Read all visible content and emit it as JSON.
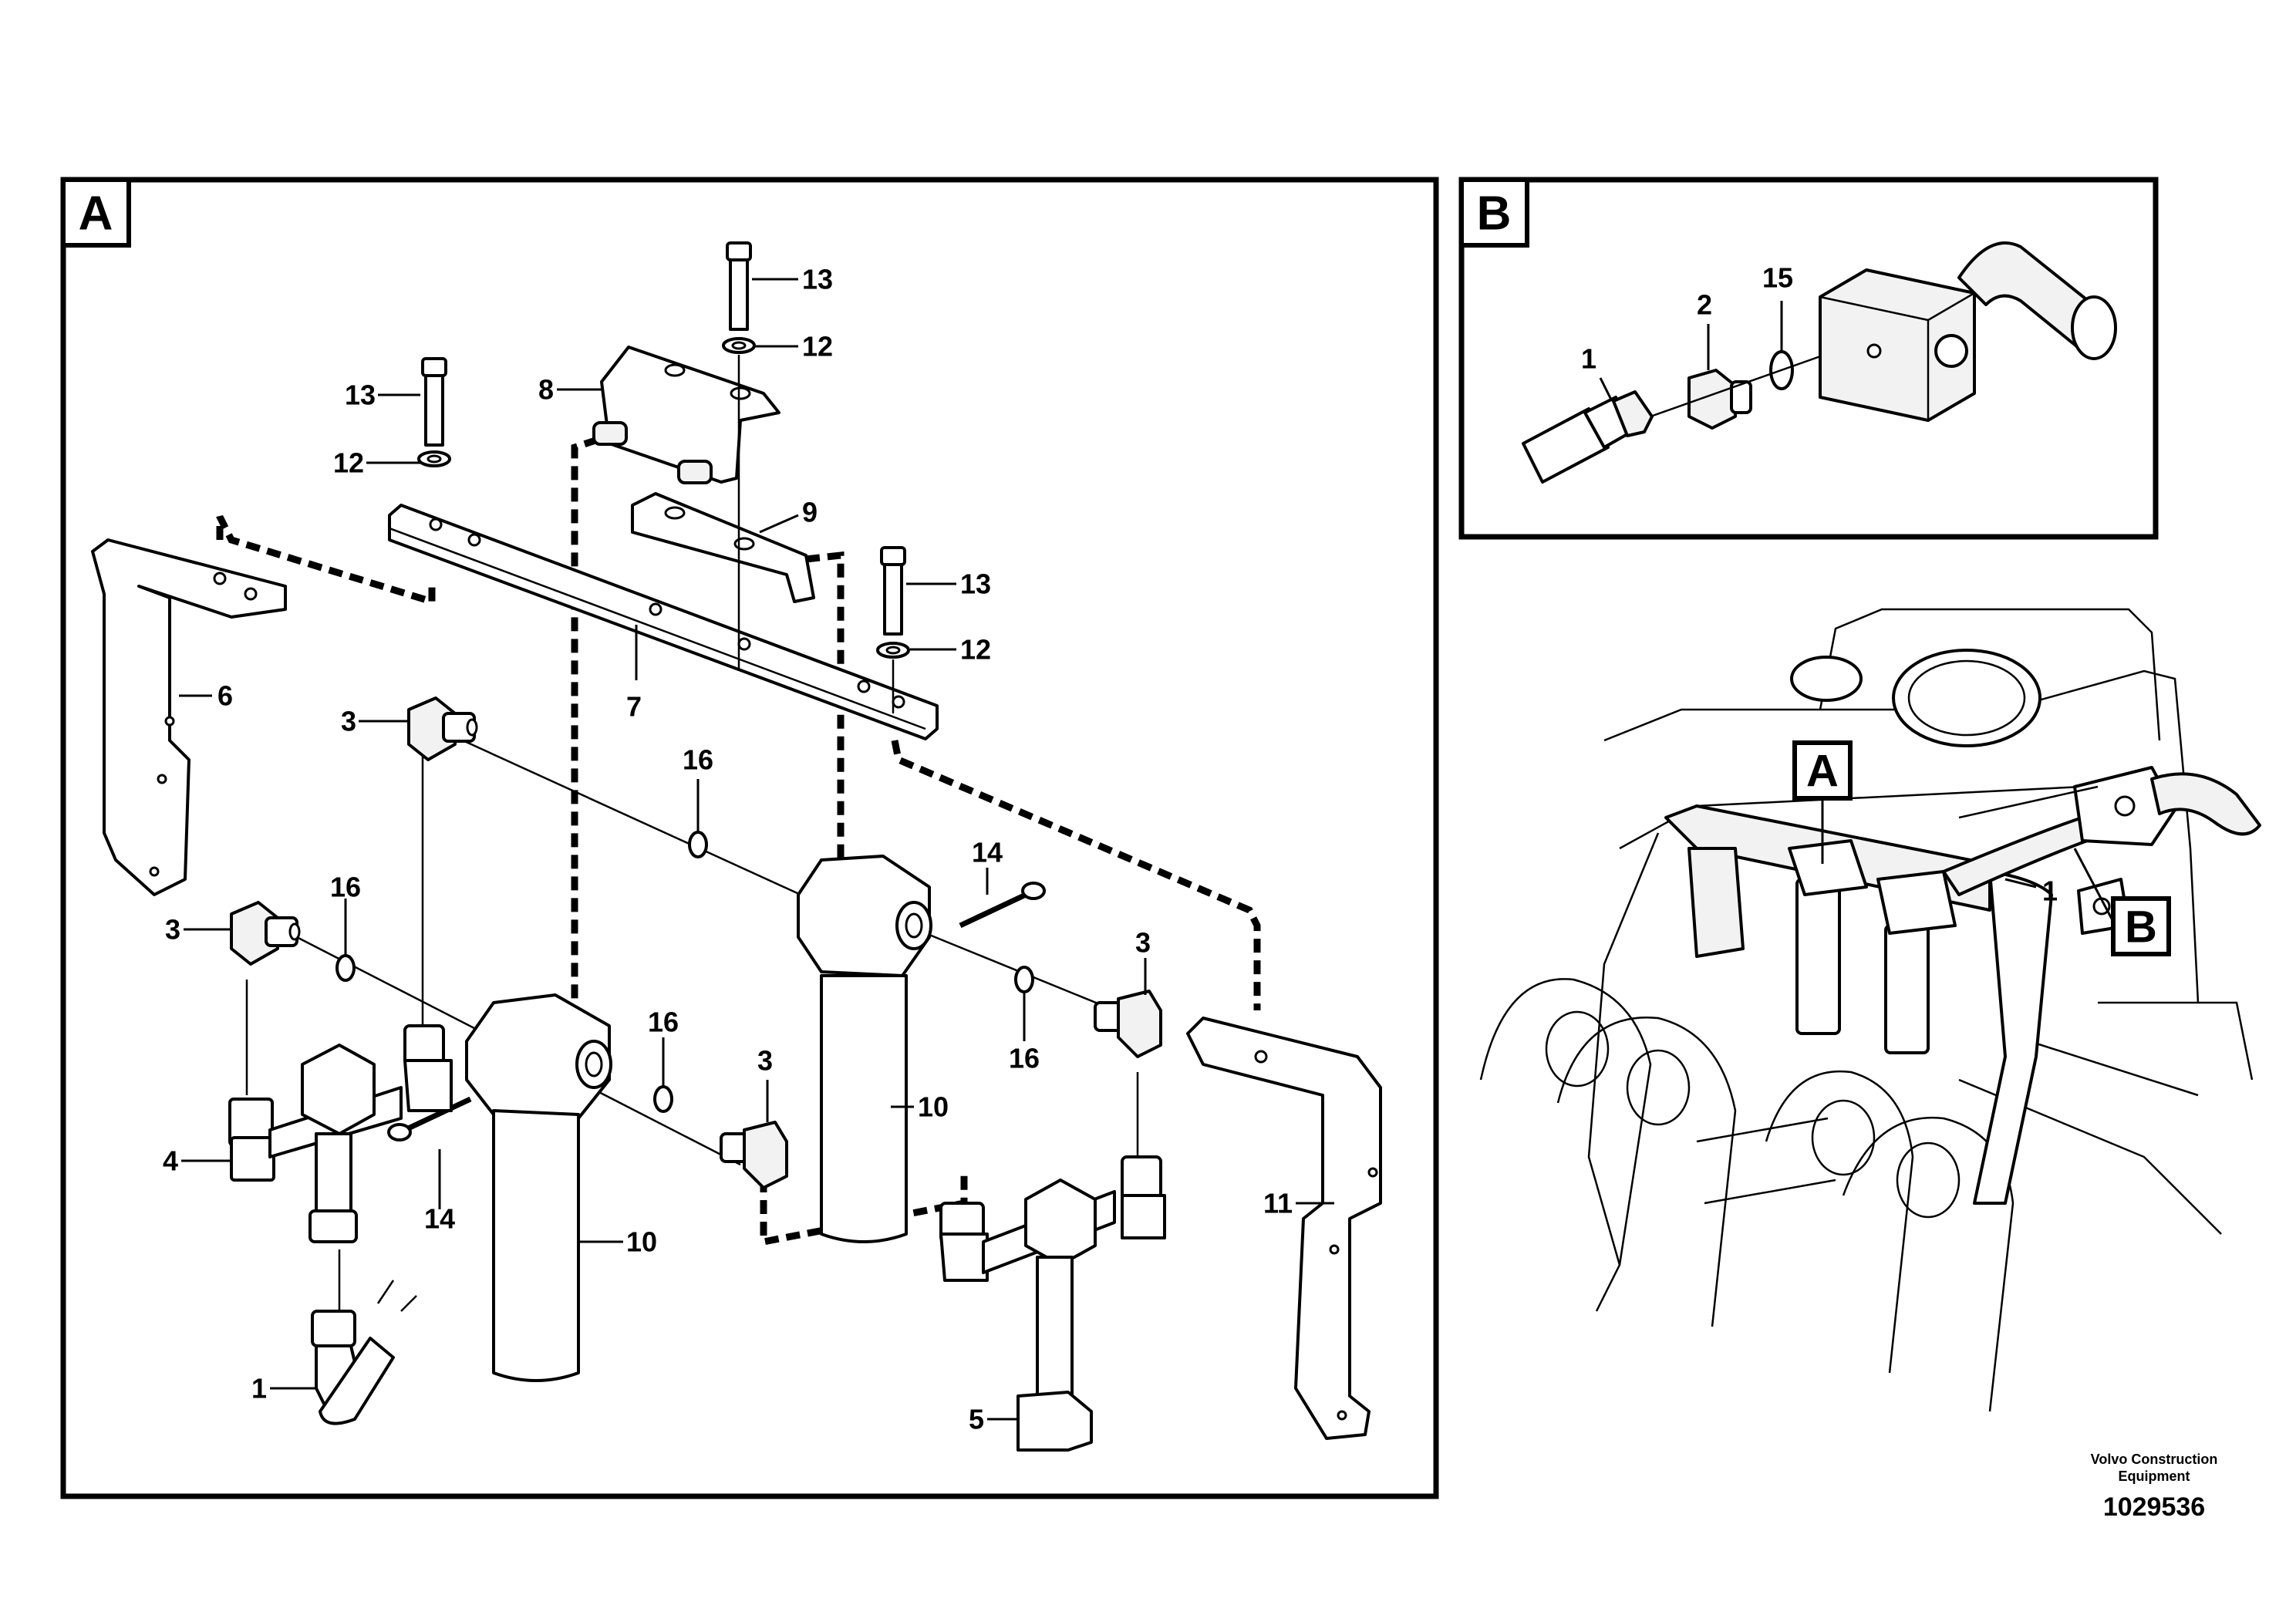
{
  "panels": {
    "a": {
      "label": "A"
    },
    "b": {
      "label": "B"
    }
  },
  "overview": {
    "label_a": "A",
    "label_b": "B",
    "callout_1": "1"
  },
  "callouts_a": {
    "n1": "1",
    "n3a": "3",
    "n3b": "3",
    "n3c": "3",
    "n3d": "3",
    "n4": "4",
    "n5": "5",
    "n6": "6",
    "n7": "7",
    "n8": "8",
    "n9": "9",
    "n10a": "10",
    "n10b": "10",
    "n11": "11",
    "n12a": "12",
    "n12b": "12",
    "n12c": "12",
    "n13a": "13",
    "n13b": "13",
    "n13c": "13",
    "n14a": "14",
    "n14b": "14",
    "n16a": "16",
    "n16b": "16",
    "n16c": "16",
    "n16d": "16"
  },
  "callouts_b": {
    "n1": "1",
    "n2": "2",
    "n15": "15"
  },
  "footer": {
    "company_line1": "Volvo Construction",
    "company_line2": "Equipment",
    "drawing_number": "1029536"
  }
}
